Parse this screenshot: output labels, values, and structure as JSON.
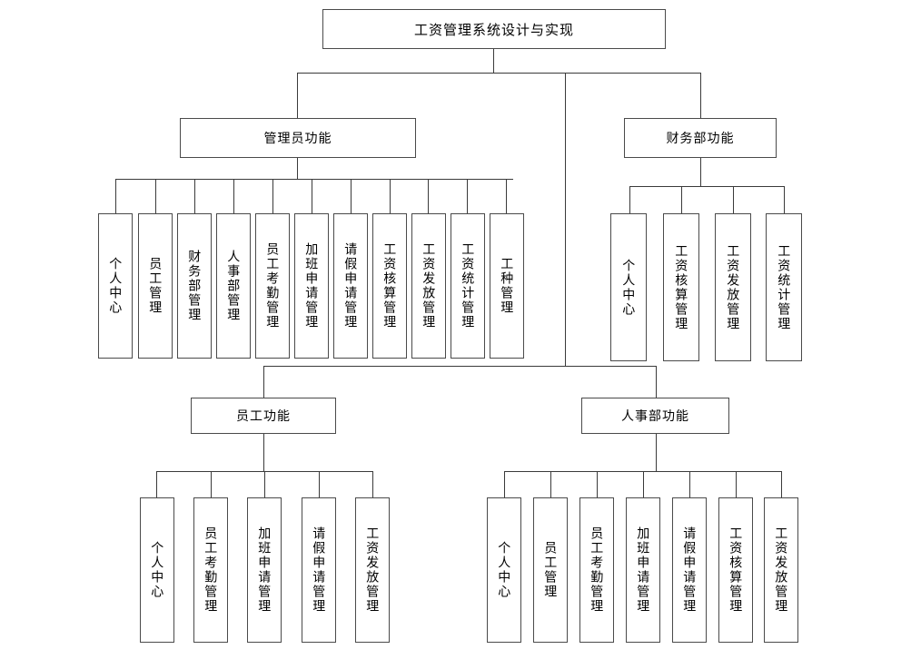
{
  "diagram": {
    "type": "org-tree",
    "title": "工资管理系统设计与实现",
    "root": {
      "label": "工资管理系统设计与实现"
    },
    "branches": [
      {
        "id": "admin",
        "label": "管理员功能"
      },
      {
        "id": "finance",
        "label": "财务部功能"
      },
      {
        "id": "employee",
        "label": "员工功能"
      },
      {
        "id": "hr",
        "label": "人事部功能"
      }
    ],
    "admin_leaves": [
      {
        "label": "个人中心"
      },
      {
        "label": "员工管理"
      },
      {
        "label": "财务部管理"
      },
      {
        "label": "人事部管理"
      },
      {
        "label": "员工考勤管理"
      },
      {
        "label": "加班申请管理"
      },
      {
        "label": "请假申请管理"
      },
      {
        "label": "工资核算管理"
      },
      {
        "label": "工资发放管理"
      },
      {
        "label": "工资统计管理"
      },
      {
        "label": "工种管理"
      }
    ],
    "finance_leaves": [
      {
        "label": "个人中心"
      },
      {
        "label": "工资核算管理"
      },
      {
        "label": "工资发放管理"
      },
      {
        "label": "工资统计管理"
      }
    ],
    "employee_leaves": [
      {
        "label": "个人中心"
      },
      {
        "label": "员工考勤管理"
      },
      {
        "label": "加班申请管理"
      },
      {
        "label": "请假申请管理"
      },
      {
        "label": "工资发放管理"
      }
    ],
    "hr_leaves": [
      {
        "label": "个人中心"
      },
      {
        "label": "员工管理"
      },
      {
        "label": "员工考勤管理"
      },
      {
        "label": "加班申请管理"
      },
      {
        "label": "请假申请管理"
      },
      {
        "label": "工资核算管理"
      },
      {
        "label": "工资发放管理"
      }
    ],
    "colors": {
      "background": "#ffffff",
      "box_border": "#4a4a4a",
      "connector": "#3a3a3a",
      "text": "#000000"
    }
  }
}
